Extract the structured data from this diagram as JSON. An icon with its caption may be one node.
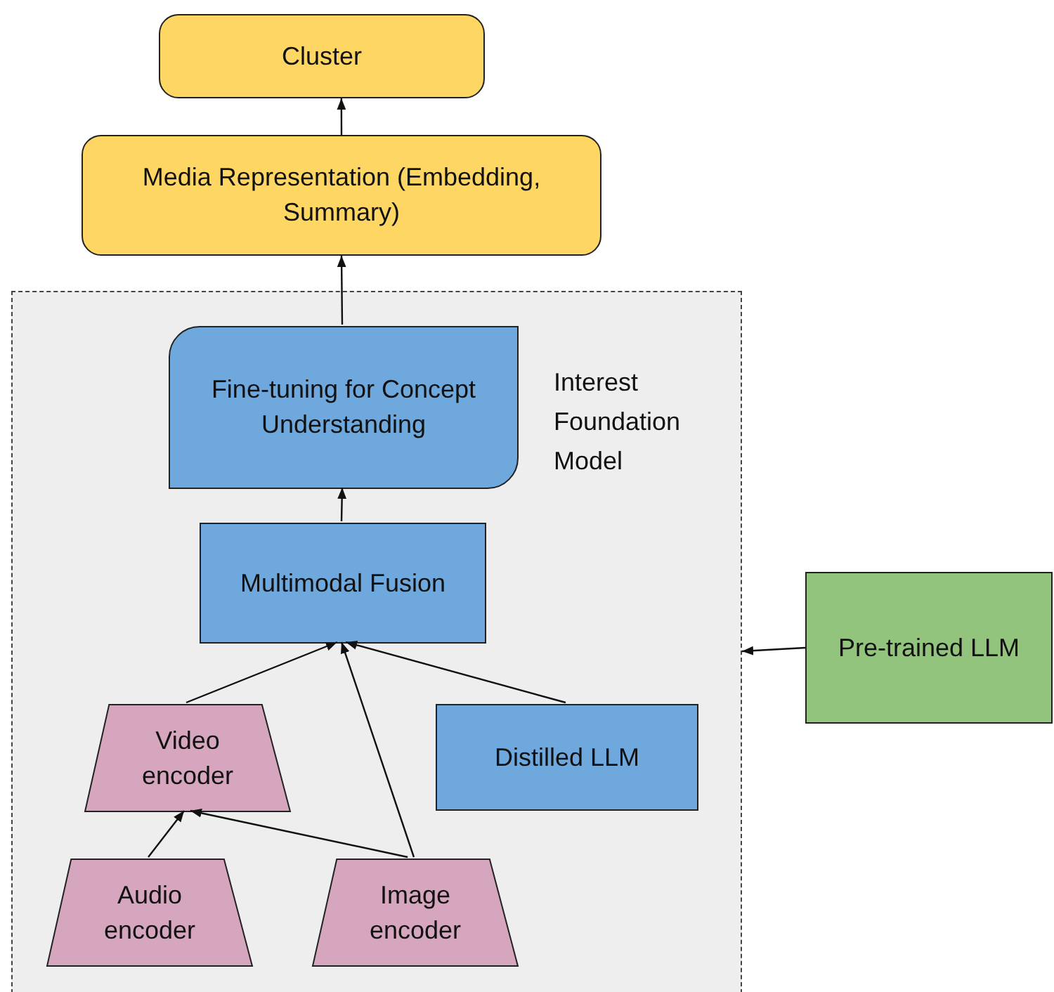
{
  "diagram": {
    "nodes": [
      {
        "text": [
          "Cluster"
        ]
      },
      {
        "text": [
          "Media Representation (Embedding, Summary)"
        ]
      },
      {
        "text": [
          "Interest Foundation Model"
        ]
      },
      {
        "text": [
          "Fine-tuning for Concept Understanding"
        ],
        "in": 2
      },
      {
        "text": [
          "Multimodal Fusion"
        ],
        "in": 2
      },
      {
        "text": [
          "Video encoder"
        ],
        "in": 2
      },
      {
        "text": [
          "Distilled LLM"
        ],
        "in": 2
      },
      {
        "text": [
          "Audio encoder"
        ],
        "in": 2
      },
      {
        "text": [
          "Image encoder"
        ],
        "in": 2
      },
      {
        "text": [
          "Pre-trained LLM"
        ]
      }
    ],
    "edges": [
      {
        "from": 1,
        "to": 0,
        "arrow": "to"
      },
      {
        "from": 3,
        "to": 1,
        "arrow": "to"
      },
      {
        "from": 4,
        "to": 3,
        "arrow": "to"
      },
      {
        "from": 5,
        "to": 4,
        "arrow": "to"
      },
      {
        "from": 8,
        "to": 4,
        "arrow": "to"
      },
      {
        "from": 6,
        "to": 4,
        "arrow": "to"
      },
      {
        "from": 7,
        "to": 5,
        "arrow": "to"
      },
      {
        "from": 8,
        "to": 5,
        "arrow": "to"
      },
      {
        "from": 9,
        "to": 2,
        "arrow": "to"
      }
    ]
  }
}
